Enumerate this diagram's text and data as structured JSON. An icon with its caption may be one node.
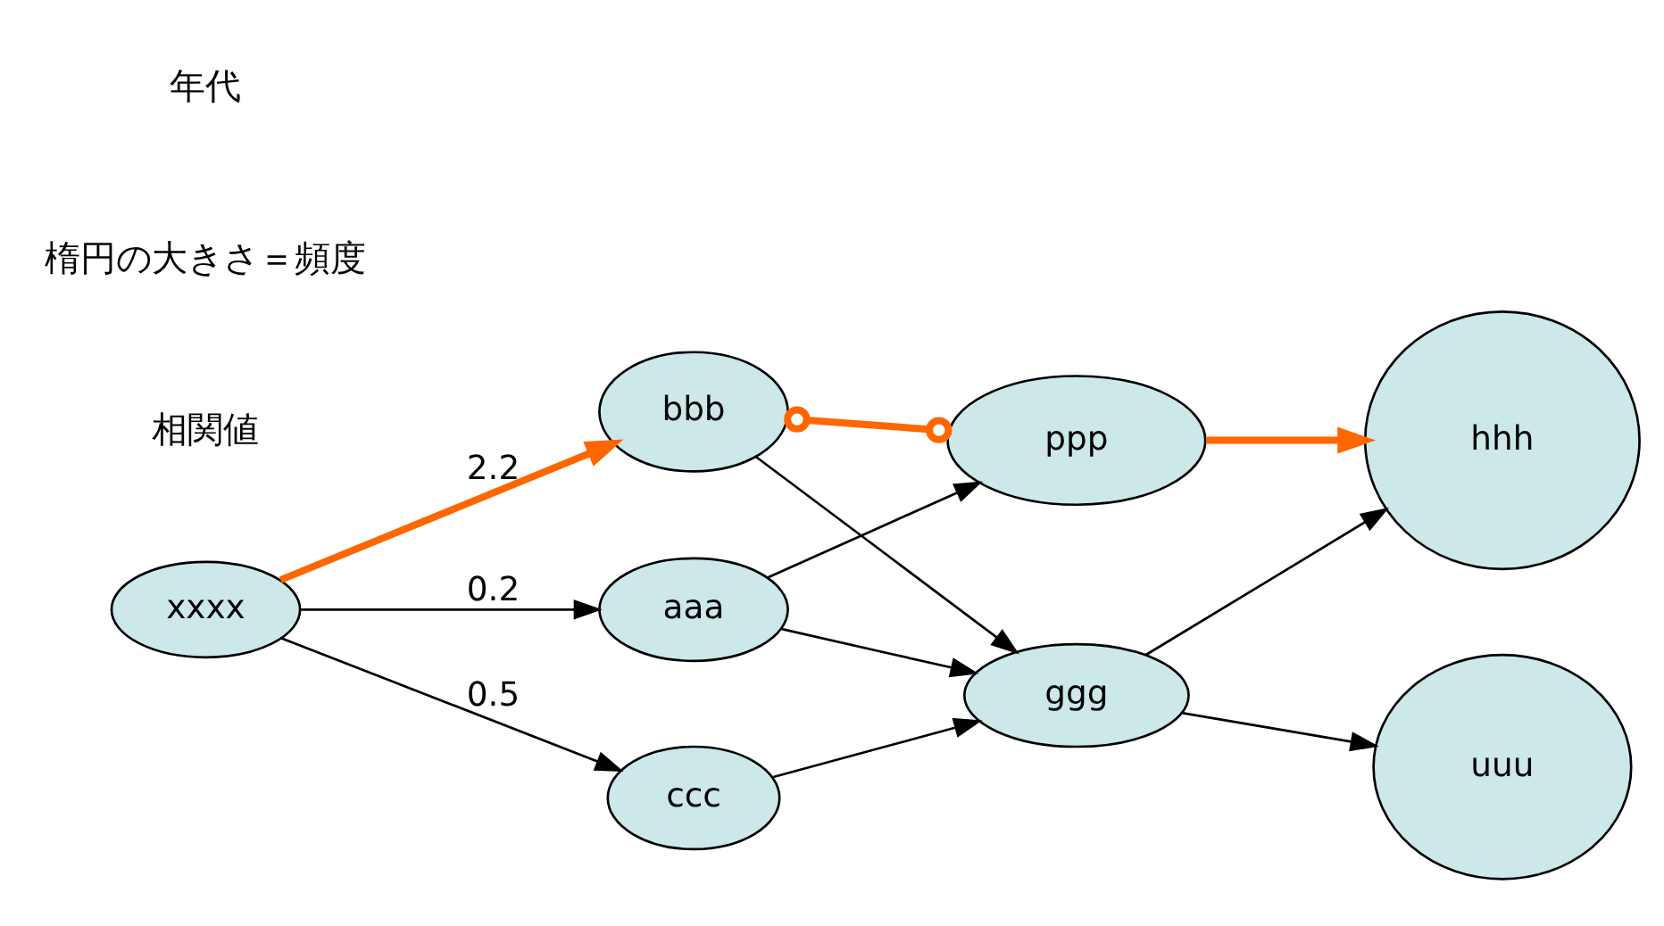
{
  "diagram": {
    "nodes": [
      {
        "text": [
          "xxxx"
        ]
      },
      {
        "text": [
          "aaa"
        ]
      },
      {
        "text": [
          "bbb"
        ]
      },
      {
        "text": [
          "ccc"
        ]
      },
      {
        "text": [
          "ppp"
        ]
      },
      {
        "text": [
          "ggg"
        ]
      },
      {
        "text": [
          "hhh"
        ]
      },
      {
        "text": [
          "uuu"
        ]
      }
    ],
    "edges": [
      {
        "from": 0,
        "to": 1,
        "arrow": "to",
        "label": "0.2"
      },
      {
        "from": 0,
        "to": 2,
        "arrow": "to",
        "label": "2.2",
        "style": "thick",
        "color": "#ff6600"
      },
      {
        "from": 0,
        "to": 3,
        "arrow": "to",
        "label": "0.5"
      },
      {
        "from": 1,
        "to": 4,
        "arrow": "to"
      },
      {
        "from": 1,
        "to": 5,
        "arrow": "to"
      },
      {
        "from": 2,
        "to": 5,
        "arrow": "to"
      },
      {
        "from": 2,
        "to": 4,
        "arrow": "other",
        "style": "thick",
        "color": "#ff6600"
      },
      {
        "from": 3,
        "to": 5,
        "arrow": "to"
      },
      {
        "from": 4,
        "to": 6,
        "arrow": "to",
        "style": "thick",
        "color": "#ff6600"
      },
      {
        "from": 5,
        "to": 6,
        "arrow": "to"
      },
      {
        "from": 5,
        "to": 7,
        "arrow": "to"
      }
    ],
    "labels": [
      "相関値",
      "楕円の大きさ＝頻度",
      "年代"
    ]
  }
}
